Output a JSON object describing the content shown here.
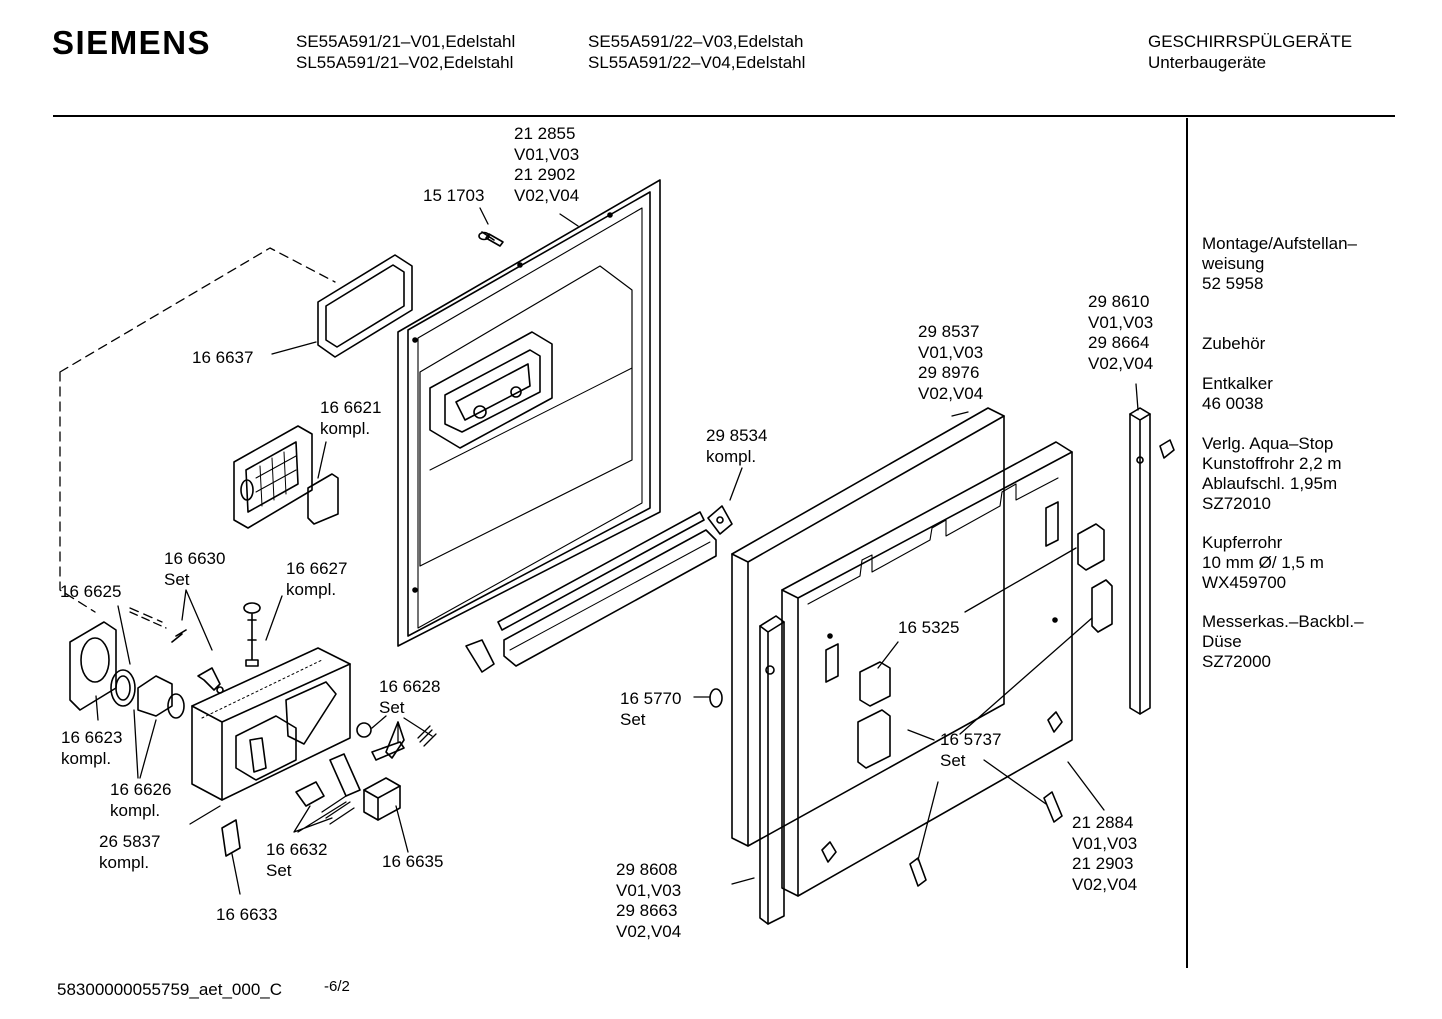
{
  "header": {
    "brand": "SIEMENS",
    "models_col1": [
      "SE55A591/21–V01,Edelstahl",
      "SL55A591/21–V02,Edelstahl"
    ],
    "models_col2": [
      "SE55A591/22–V03,Edelstah",
      "SL55A591/22–V04,Edelstahl"
    ],
    "category": [
      "GESCHIRRSPÜLGERÄTE",
      "Unterbaugeräte"
    ]
  },
  "parts": {
    "p212855": [
      "21 2855",
      "V01,V03",
      "21 2902",
      "V02,V04"
    ],
    "p151703": [
      "15 1703"
    ],
    "p166637": [
      "16 6637"
    ],
    "p166621": [
      "16 6621",
      "kompl."
    ],
    "p166630": [
      "16 6630",
      "Set"
    ],
    "p166627": [
      "16 6627",
      "kompl."
    ],
    "p166625": [
      "16 6625"
    ],
    "p166623": [
      "16 6623",
      "kompl."
    ],
    "p166626": [
      "16 6626",
      "kompl."
    ],
    "p265837": [
      "26 5837",
      "kompl."
    ],
    "p166628": [
      "16 6628",
      "Set"
    ],
    "p166632": [
      "16 6632",
      "Set"
    ],
    "p166635": [
      "16 6635"
    ],
    "p166633": [
      "16 6633"
    ],
    "p298534": [
      "29 8534",
      "kompl."
    ],
    "p298537": [
      "29 8537",
      "V01,V03",
      "29 8976",
      "V02,V04"
    ],
    "p298610": [
      "29 8610",
      "V01,V03",
      "29 8664",
      "V02,V04"
    ],
    "p165325": [
      "16 5325"
    ],
    "p165770": [
      "16 5770",
      "Set"
    ],
    "p165737": [
      "16 5737",
      "Set"
    ],
    "p212884": [
      "21 2884",
      "V01,V03",
      "21 2903",
      "V02,V04"
    ],
    "p298608": [
      "29 8608",
      "V01,V03",
      "29 8663",
      "V02,V04"
    ]
  },
  "sidebar": [
    [
      "Montage/Aufstellan–",
      "weisung",
      "52 5958"
    ],
    [
      "Zubehör"
    ],
    [
      "Entkalker",
      "46 0038"
    ],
    [
      "Verlg. Aqua–Stop",
      "Kunstoffrohr 2,2 m",
      "Ablaufschl. 1,95m",
      "SZ72010"
    ],
    [
      "Kupferrohr",
      "10 mm Ø/ 1,5 m",
      "WX459700"
    ],
    [
      "Messerkas.–Backbl.–",
      "Düse",
      "SZ72000"
    ]
  ],
  "footer": {
    "doc_id": "58300000055759_aet_000_C",
    "page": "-6/2"
  }
}
